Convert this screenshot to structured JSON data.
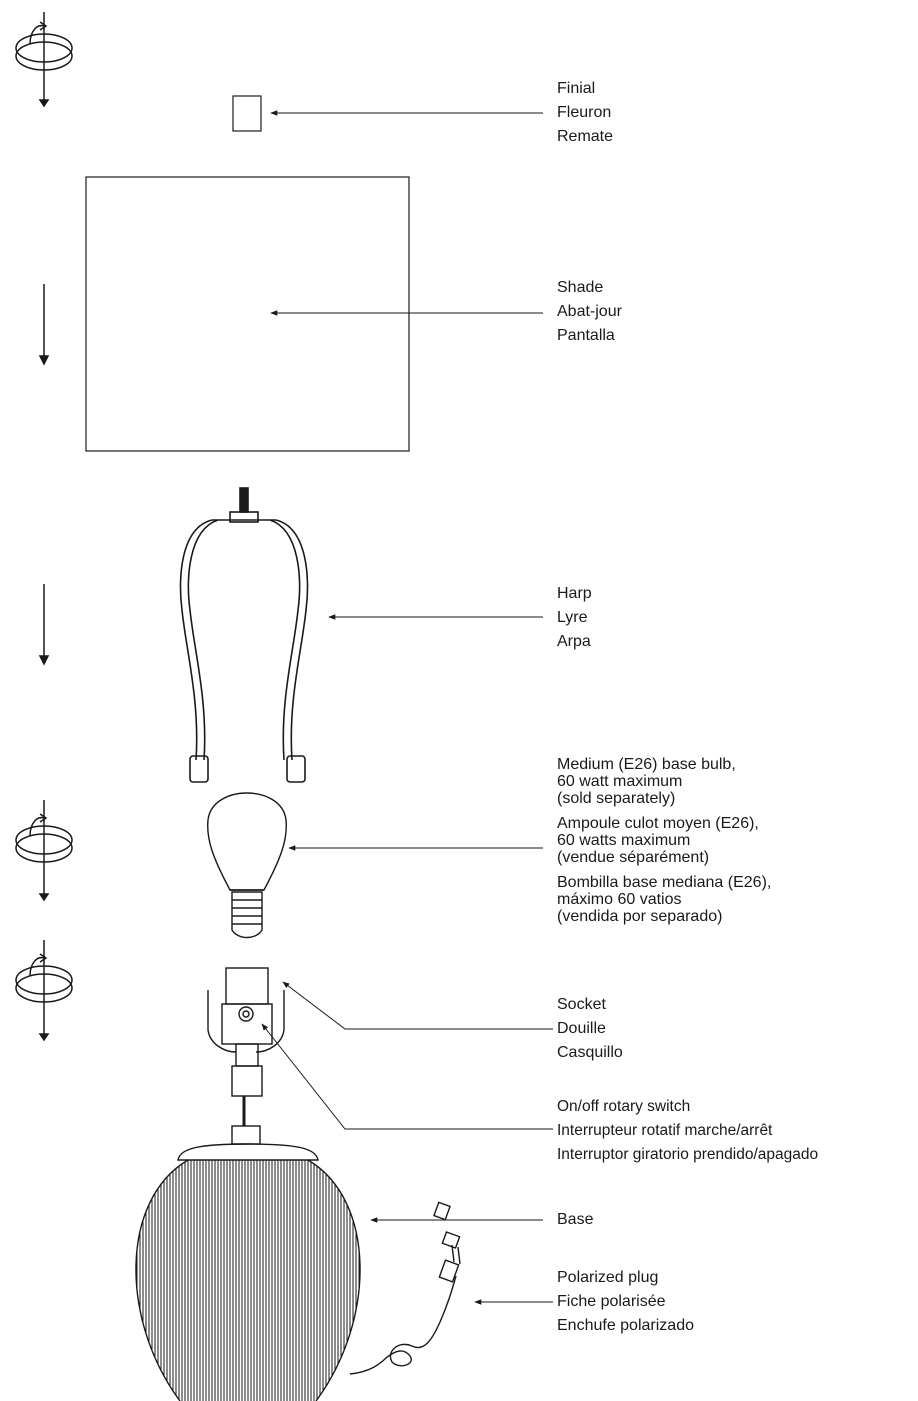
{
  "labels": {
    "finial": [
      "Finial",
      "Fleuron",
      "Remate"
    ],
    "shade": [
      "Shade",
      "Abat-jour",
      "Pantalla"
    ],
    "harp": [
      "Harp",
      "Lyre",
      "Arpa"
    ],
    "bulb": {
      "en": [
        "Medium (E26) base bulb,",
        "60 watt maximum",
        "(sold separately)"
      ],
      "fr": [
        "Ampoule culot moyen (E26),",
        "60 watts maximum",
        "(vendue séparément)"
      ],
      "es": [
        "Bombilla base mediana (E26),",
        "máximo 60 vatios",
        "(vendida por separado)"
      ]
    },
    "socket": [
      "Socket",
      "Douille",
      "Casquillo"
    ],
    "switch": [
      "On/off rotary switch",
      "Interrupteur rotatif marche/arrêt",
      "Interruptor giratorio prendido/apagado"
    ],
    "base": [
      "Base"
    ],
    "plug": [
      "Polarized plug",
      "Fiche polarisée",
      "Enchufe polarizado"
    ]
  },
  "colors": {
    "ink": "#1a1a1a",
    "paper": "#ffffff"
  }
}
